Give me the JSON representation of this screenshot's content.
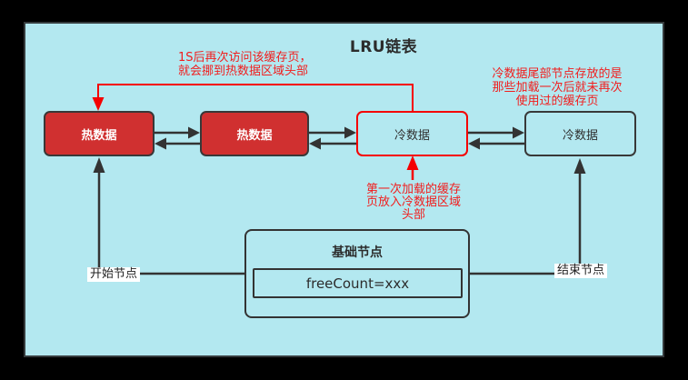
{
  "title": "LRU链表",
  "annotations": {
    "move_to_hot": [
      "1S后再次访问该缓存页，",
      "就会挪到热数据区域头部"
    ],
    "cold_tail": [
      "冷数据尾部节点存放的是",
      "那些加载一次后就未再次",
      "使用过的缓存页"
    ],
    "first_load": [
      "第一次加载的缓存",
      "页放入冷数据区域",
      "头部"
    ]
  },
  "nodes": {
    "hot1": {
      "label": "热数据"
    },
    "hot2": {
      "label": "热数据"
    },
    "cold1": {
      "label": "冷数据"
    },
    "cold2": {
      "label": "冷数据"
    },
    "base": {
      "title": "基础节点",
      "value": "freeCount=xxx"
    }
  },
  "labels": {
    "start": "开始节点",
    "end": "结束节点"
  },
  "colors": {
    "page_background": "#000000",
    "canvas_background": "#b3e8f0",
    "hot_node_fill": "#d03030",
    "hot_node_text": "#ffffff",
    "node_border_dark": "#383838",
    "cold_highlight_border": "#f40000",
    "annotation_red": "#f21d1d",
    "connector_dark": "#333333",
    "text_dark": "#2c2c2c"
  }
}
